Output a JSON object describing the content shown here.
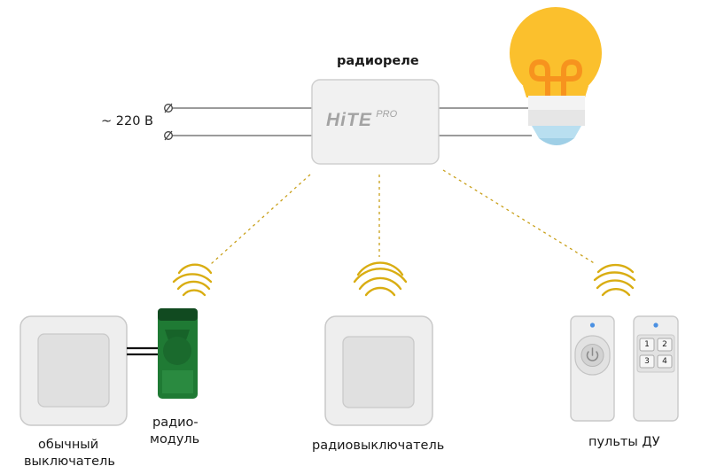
{
  "relay": {
    "title": "радиореле",
    "brand_main": "HiTE",
    "brand_sup": "PRO"
  },
  "power": {
    "label": "~ 220 В"
  },
  "devices": {
    "ordinary_switch": {
      "line1": "обычный",
      "line2": "выключатель"
    },
    "radio_module": {
      "line1": "радио-",
      "line2": "модуль"
    },
    "radio_switch": {
      "label": "радиовыключатель"
    },
    "remotes": {
      "label": "пульты ДУ",
      "buttons": [
        "1",
        "2",
        "3",
        "4"
      ]
    }
  },
  "colors": {
    "wave": "#d9ad12",
    "bulb": "#fbc02d",
    "module": "#1f7a34",
    "device_frame": "#eeeeee",
    "device_border": "#c9c9c9",
    "wire": "#7a7a7a",
    "led": "#4a90e2"
  },
  "icons": [
    "light-bulb-icon",
    "power-icon",
    "wireless-signal-icon",
    "wire-terminal-icon"
  ]
}
